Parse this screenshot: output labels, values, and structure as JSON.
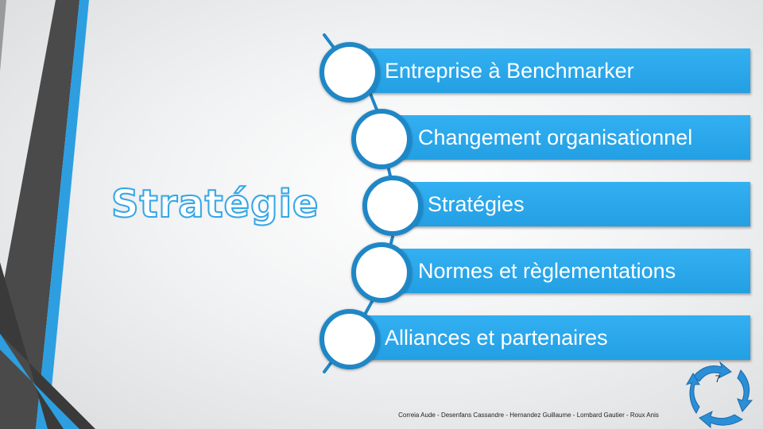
{
  "slide": {
    "title": "Stratégie",
    "items": [
      {
        "label": "Entreprise à Benchmarker"
      },
      {
        "label": "Changement organisationnel"
      },
      {
        "label": "Stratégies"
      },
      {
        "label": "Normes et règlementations"
      },
      {
        "label": "Alliances et partenaires"
      }
    ],
    "page_number": "7",
    "footer": "Correia Aude - Desenfans Cassandre - Hernandez Guillaume - Lombard Gautier - Roux Anis"
  },
  "colors": {
    "accent": "#239fe3",
    "circle_border": "#1f87c6",
    "stripe_dark": "#444444",
    "stripe_blue": "#2d9fe0"
  },
  "icons": [
    "recycle-arrows-logo"
  ]
}
